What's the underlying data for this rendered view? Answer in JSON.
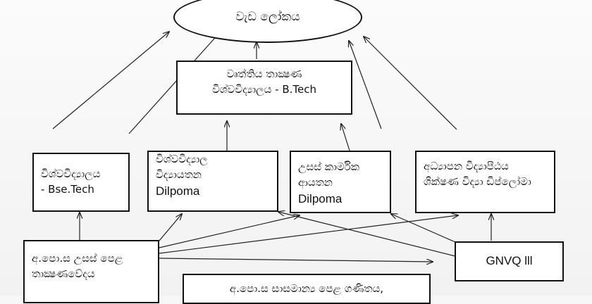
{
  "diagram": {
    "work_world": "වැඩ ලෝකය",
    "tech_university": {
      "line1": "වෘත්තිය තාක්‍ෂණ",
      "line2": "විශ්වවිද්‍යාලය  -  B.Tech"
    },
    "university": {
      "line1": "විශ්වවිද්‍යාලය",
      "line2": "  -  Bse.Tech"
    },
    "university_college": {
      "line1": "විශ්වවිද්‍යාල",
      "line2": "විද්‍යායතන",
      "line3": "Dilpoma"
    },
    "advanced_technical": {
      "line1": "උසස් කාර්මික",
      "line2": "ආයතන",
      "line3": "Dilpoma"
    },
    "education_college": {
      "line1": "අධ්‍යාපන විද්‍යාපීඨය",
      "line2": "ශික්ෂණ විද්‍යා ඩිප්ලෝමා"
    },
    "al_technology": {
      "line1": "අ.පො.ස උසස් පෙළ",
      "line2": "තාක්‍ෂණවේදය"
    },
    "gnvq": "GNVQ lll",
    "ol_exam": "අ.පො.ස සාසමාන්‍ය පෙළ ගණිතය,"
  }
}
